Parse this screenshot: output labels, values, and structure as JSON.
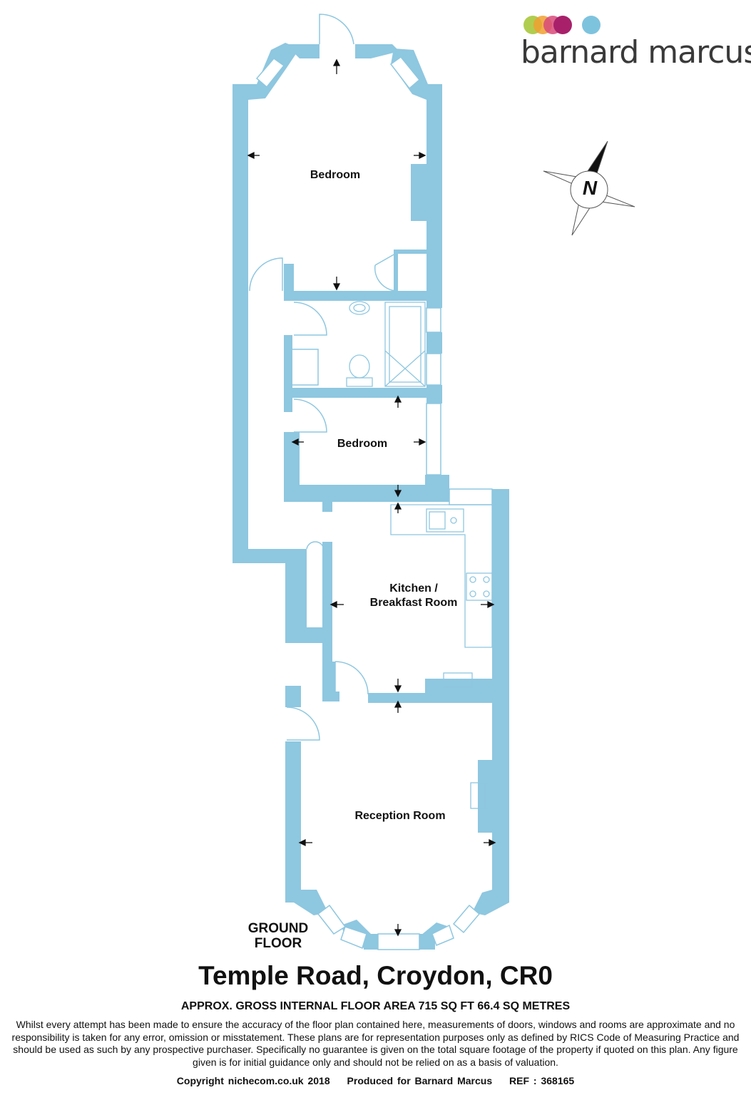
{
  "brand": {
    "name": "barnard marcus",
    "dot_colors": [
      "#a8c83c",
      "#f0a030",
      "#d84a7a",
      "#a8206a",
      "#7ec3de"
    ]
  },
  "compass": {
    "letter": "N"
  },
  "rooms": {
    "bedroom_1": "Bedroom",
    "bedroom_2": "Bedroom",
    "kitchen_line1": "Kitchen /",
    "kitchen_line2": "Breakfast Room",
    "reception": "Reception Room"
  },
  "floor_label": {
    "line1": "GROUND",
    "line2": "FLOOR"
  },
  "title": "Temple Road, Croydon, CR0",
  "subtitle": "APPROX. GROSS INTERNAL FLOOR AREA 715 SQ FT 66.4 SQ METRES",
  "disclaimer": "Whilst every attempt has been made to ensure the accuracy of the floor plan contained here, measurements of doors, windows and rooms are approximate and no responsibility is taken for any error, omission or misstatement. These plans are for representation purposes only as defined by RICS Code of Measuring Practice and should be used as such by any prospective purchaser.  Specifically no guarantee is given on the total square footage of the property if quoted on this plan. Any figure given is for initial guidance only and should not be relied on as a basis of valuation.",
  "footer": {
    "copyright": "Copyright nichecom.co.uk 2018",
    "produced": "Produced for Barnard Marcus",
    "ref": "REF : 368165"
  },
  "colors": {
    "wall": "#8ec7e0",
    "fixture": "#8ec7e0",
    "text": "#111111"
  }
}
